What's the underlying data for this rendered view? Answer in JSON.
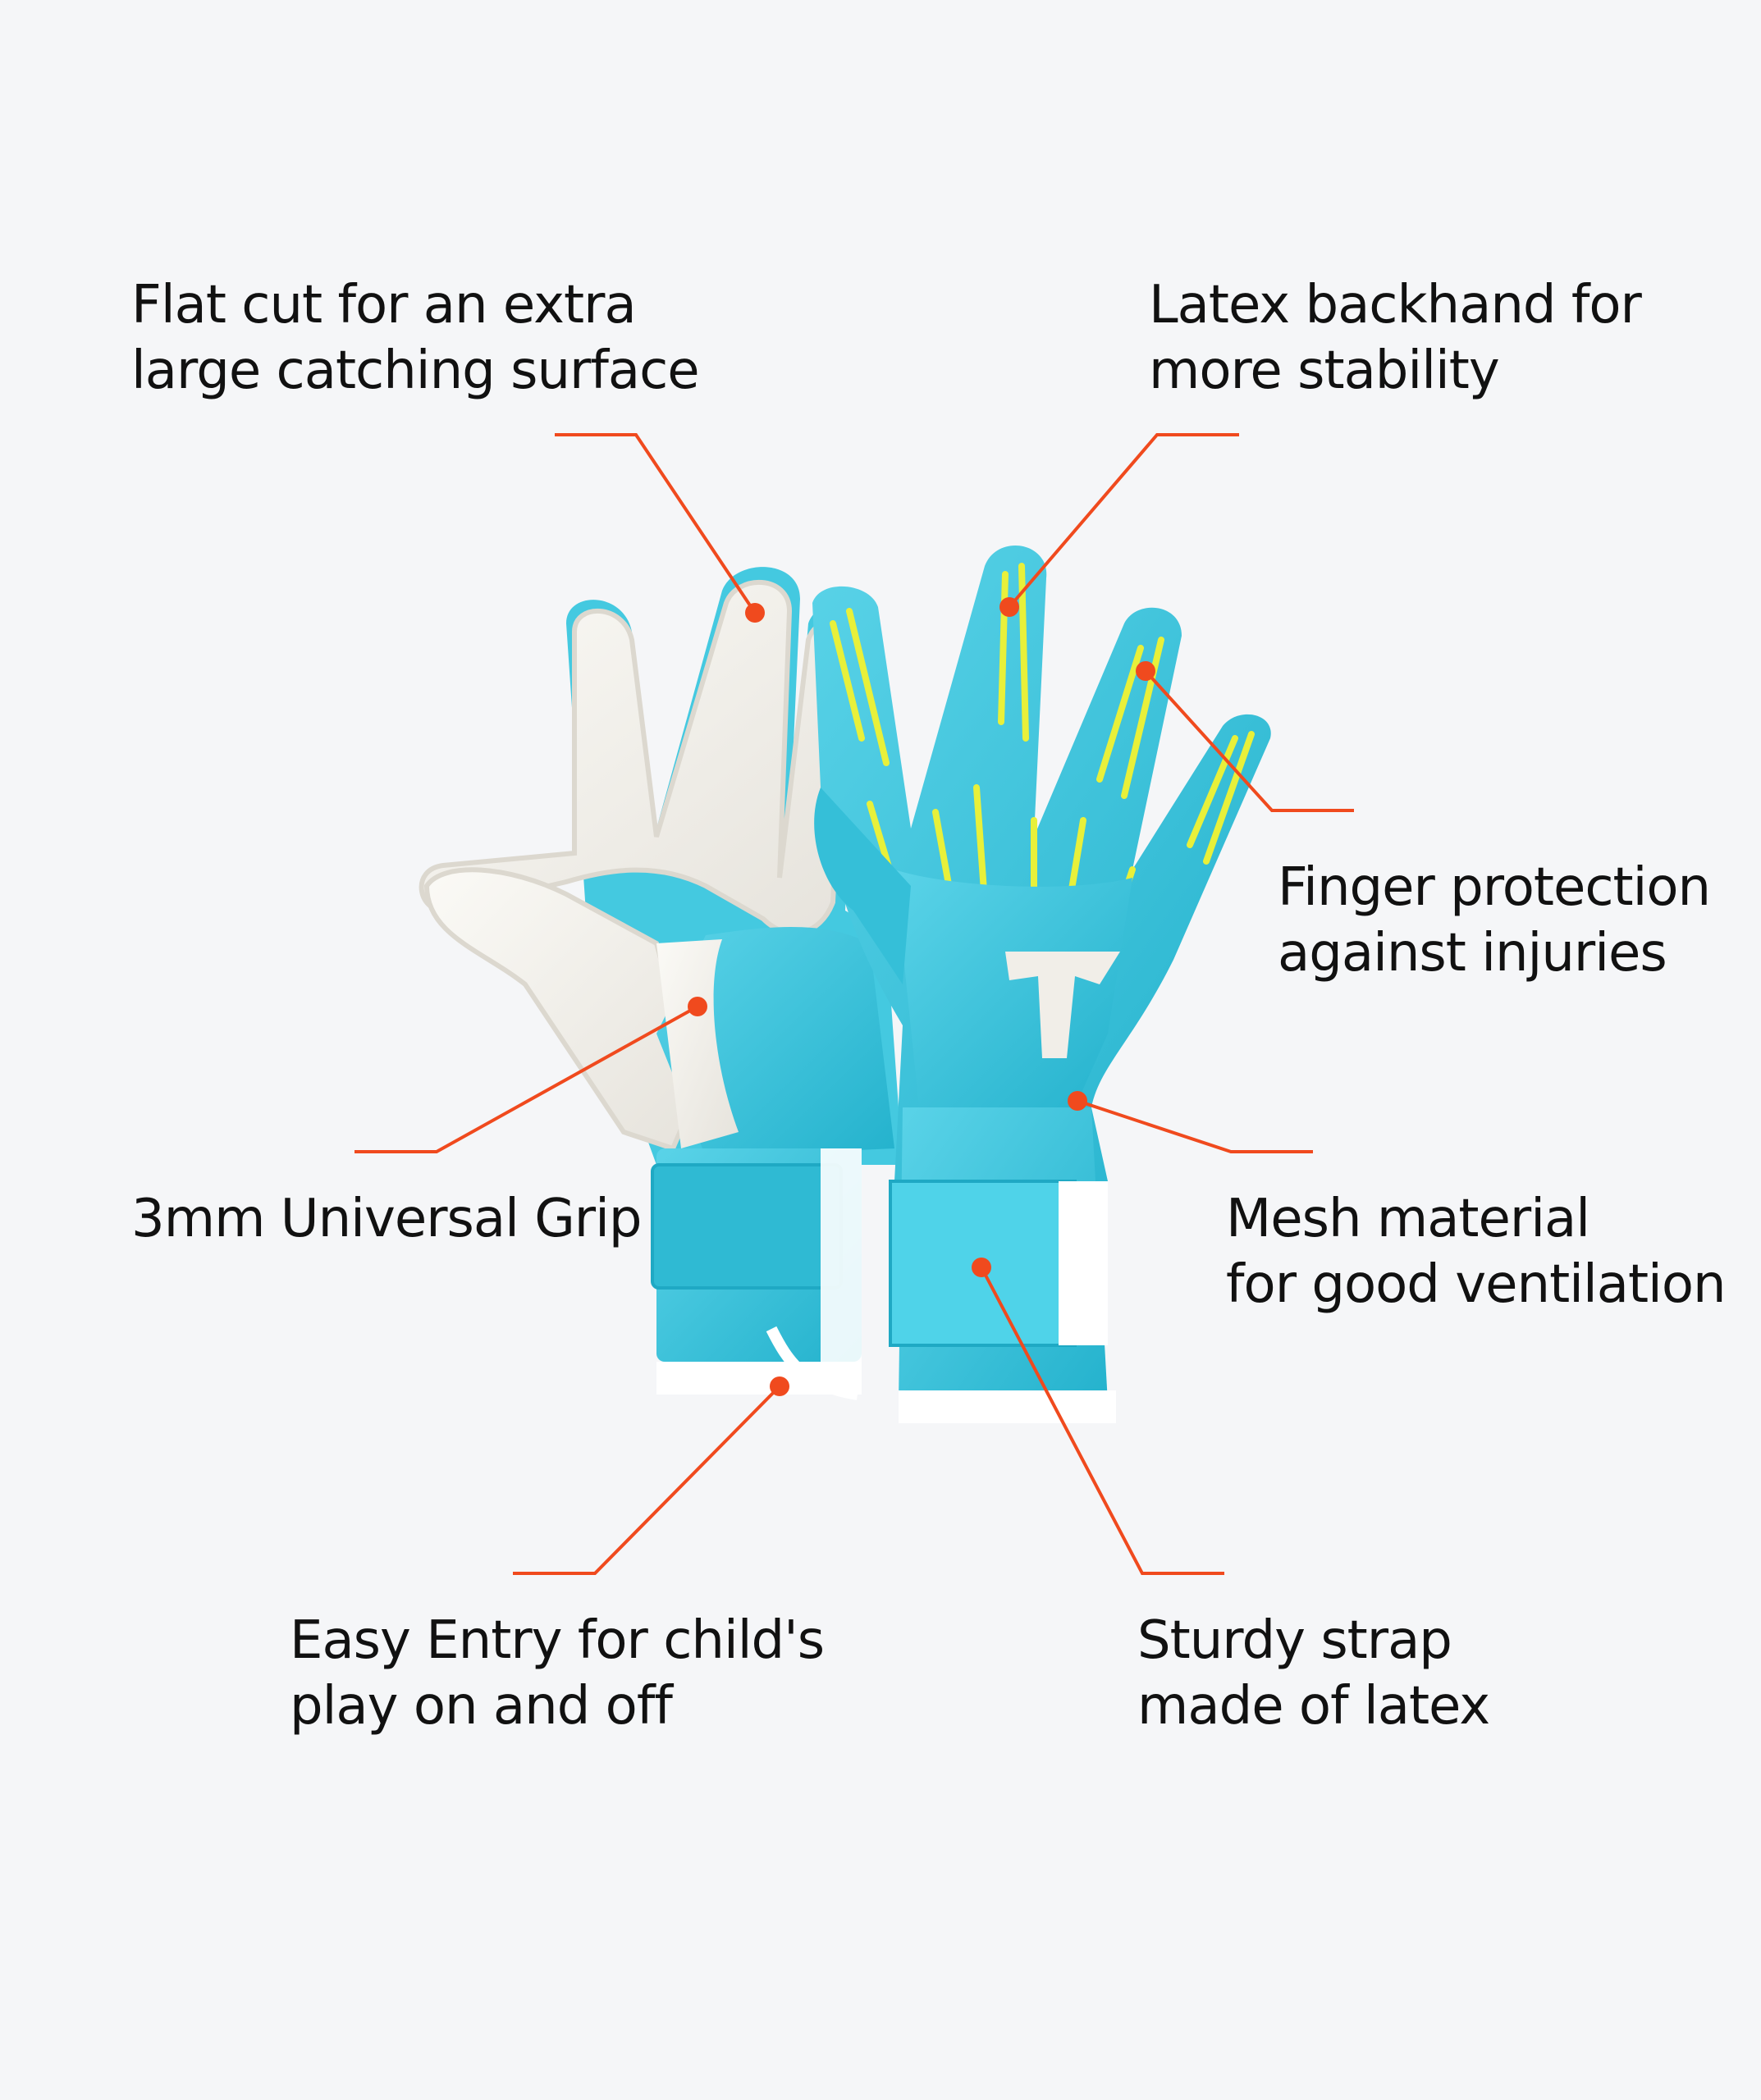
{
  "colors": {
    "background": "#f5f6f8",
    "callout": "#f04a1e",
    "glove_blue": "#3cc6de",
    "glove_blue_dark": "#1fa9c4",
    "rib_yellow": "#e8f03a",
    "palm_white": "#f3f1ec",
    "text": "#111111"
  },
  "icons": [
    "goalkeeper-glove-palm",
    "goalkeeper-glove-backhand",
    "t-logo-icon"
  ],
  "callouts": [
    {
      "id": "flat-cut",
      "lines": [
        "Flat cut for an extra",
        "large catching surface"
      ]
    },
    {
      "id": "latex-backhand",
      "lines": [
        "Latex backhand for",
        "more stability"
      ]
    },
    {
      "id": "finger-protection",
      "lines": [
        "Finger protection",
        "against injuries"
      ]
    },
    {
      "id": "universal-grip",
      "lines": [
        "3mm Universal Grip"
      ]
    },
    {
      "id": "mesh-material",
      "lines": [
        "Mesh material",
        "for good ventilation"
      ]
    },
    {
      "id": "easy-entry",
      "lines": [
        "Easy Entry for child's",
        "play on and off"
      ]
    },
    {
      "id": "sturdy-strap",
      "lines": [
        "Sturdy strap",
        "made of latex"
      ]
    }
  ]
}
